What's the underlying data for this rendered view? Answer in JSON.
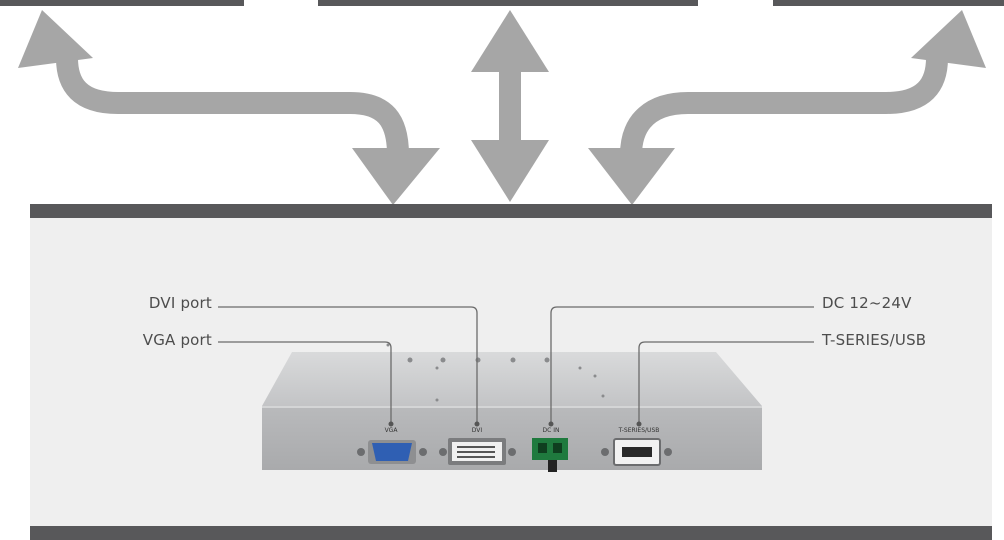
{
  "callouts": {
    "dvi_port": "DVI port",
    "vga_port": "VGA port",
    "dc_in": "DC 12~24V",
    "t_series_usb": "T-SERIES/USB"
  },
  "device_silkscreen": {
    "vga": "VGA",
    "dvi": "DVI",
    "dc_in": "DC IN",
    "t_series_usb": "T-SERIES/USB"
  },
  "colors": {
    "bars": "#58585a",
    "arrows": "#a6a6a6",
    "panel": "#efefef",
    "leader_lines": "#6b6b6b",
    "device": "#c9cacb"
  },
  "icons": {
    "arrow_left": "curved-double-arrow-icon",
    "arrow_center": "vertical-double-arrow-icon",
    "arrow_right": "curved-double-arrow-icon"
  }
}
